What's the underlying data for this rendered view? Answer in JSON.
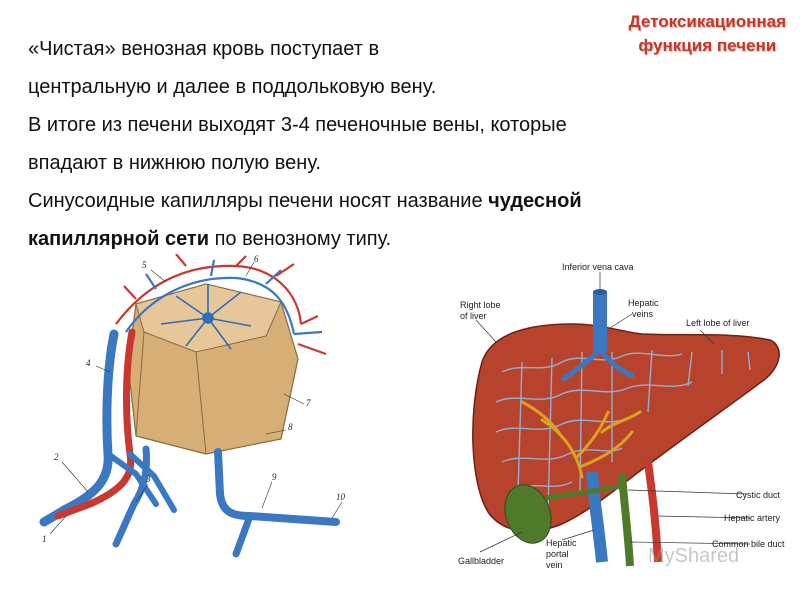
{
  "title": {
    "line1": "Детоксикационная",
    "line2": "функция печени"
  },
  "text": {
    "line1": "«Чистая» венозная кровь поступает в",
    "line2": "центральную и далее в поддольковую вену.",
    "line3": "В итоге из печени выходят 3-4 печеночные вены, которые",
    "line4": "впадают в нижнюю полую вену.",
    "line5": "Синусоидные капилляры печени носят название ",
    "bold1": "чудесной",
    "bold2": "капиллярной сети",
    "line6_rest": " по венозному типу."
  },
  "lobule_figure": {
    "numbers": [
      "1",
      "2",
      "3",
      "4",
      "5",
      "6",
      "7",
      "8",
      "9",
      "10"
    ]
  },
  "liver_figure": {
    "labels": {
      "ivc": "Inferior vena cava",
      "right_lobe1": "Right lobe",
      "right_lobe2": "of liver",
      "hepatic_veins1": "Hepatic",
      "hepatic_veins2": "veins",
      "left_lobe": "Left lobe of liver",
      "cystic_duct": "Cystic duct",
      "hepatic_artery": "Hepatic artery",
      "common_bile_duct": "Common bile duct",
      "gallbladder": "Gallbladder",
      "portal1": "Hepatic",
      "portal2": "portal",
      "portal3": "vein"
    }
  },
  "watermark": "MyShared",
  "colors": {
    "title": "#c0392b",
    "vein_blue": "#3a78c2",
    "artery_red": "#c8382e",
    "liver": "#b8432c",
    "lobule_tan": "#d8b078",
    "bile_green": "#4f7a2a"
  }
}
